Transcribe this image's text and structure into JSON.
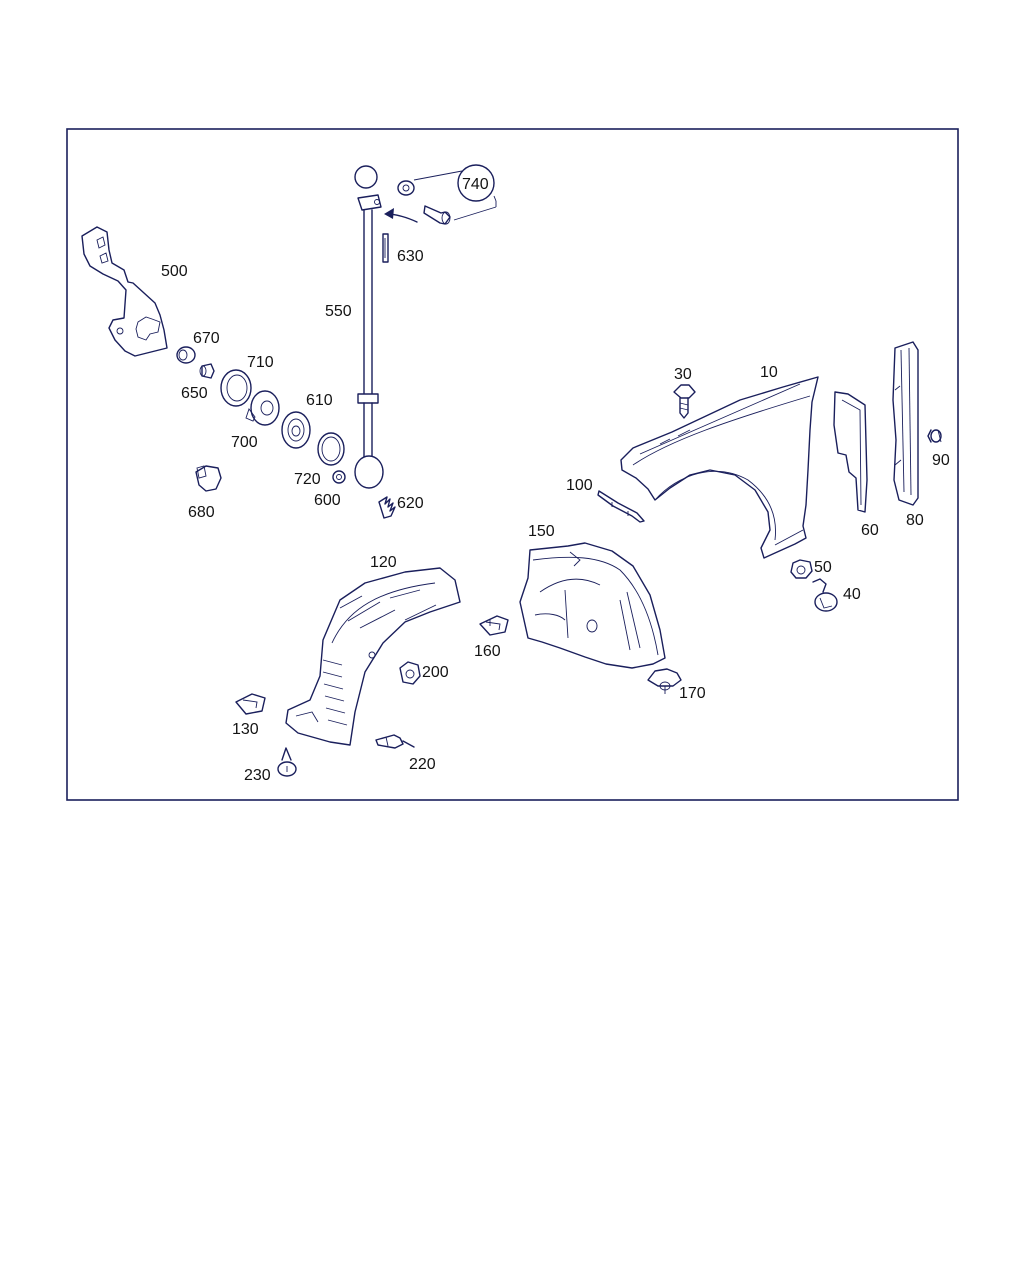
{
  "diagram": {
    "callout": "740",
    "labels": {
      "p10": "10",
      "p30": "30",
      "p40": "40",
      "p50": "50",
      "p60": "60",
      "p80": "80",
      "p90": "90",
      "p100": "100",
      "p120": "120",
      "p130": "130",
      "p150": "150",
      "p160": "160",
      "p170": "170",
      "p200": "200",
      "p220": "220",
      "p230": "230",
      "p500": "500",
      "p550": "550",
      "p600": "600",
      "p610": "610",
      "p620": "620",
      "p630": "630",
      "p650": "650",
      "p670": "670",
      "p680": "680",
      "p700": "700",
      "p710": "710",
      "p720": "720"
    }
  },
  "colors": {
    "line": "#1a1f5c",
    "frame": "#1a1f5c",
    "text": "#141414",
    "background": "#ffffff"
  }
}
